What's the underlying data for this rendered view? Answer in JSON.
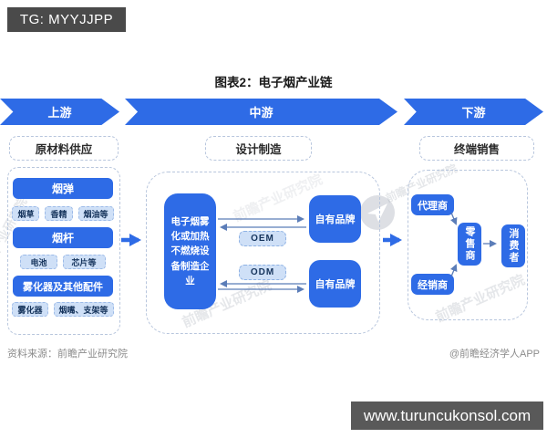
{
  "badge": {
    "text": "TG: MYYJJPP"
  },
  "title": "图表2：电子烟产业链",
  "colors": {
    "accent_blue": "#2e6be6",
    "light_blue_fill": "#cfe0f7",
    "dashed_border": "#b8c6dd",
    "badge_gray": "#4a4a4a",
    "footer_bar_gray": "#595959",
    "footer_text_gray": "#8c8c8c"
  },
  "banners": [
    {
      "label": "上游"
    },
    {
      "label": "中游"
    },
    {
      "label": "下游"
    }
  ],
  "section_labels": [
    {
      "label": "原材料供应"
    },
    {
      "label": "设计制造"
    },
    {
      "label": "终端销售"
    }
  ],
  "upstream": {
    "groups": [
      {
        "title": "烟弹",
        "items": [
          "烟草",
          "香精",
          "烟油等"
        ]
      },
      {
        "title": "烟杆",
        "items": [
          "电池",
          "芯片等"
        ]
      },
      {
        "title": "雾化器及其他配件",
        "items": [
          "雾化器",
          "烟嘴、支架等"
        ]
      }
    ]
  },
  "midstream": {
    "manufacturer": "电子烟雾化或加热不燃烧设备制造企业",
    "oem": "OEM",
    "odm": "ODM",
    "brand_top": "自有品牌",
    "brand_bottom": "自有品牌"
  },
  "downstream": {
    "agent": "代理商",
    "distributor": "经销商",
    "retailer": "零售商",
    "consumer": "消费者"
  },
  "watermark": {
    "text": "前瞻产业研究院"
  },
  "footer": {
    "source": "资料来源：前瞻产业研究院",
    "credit": "@前瞻经济学人APP",
    "website": "www.turuncukonsol.com"
  }
}
